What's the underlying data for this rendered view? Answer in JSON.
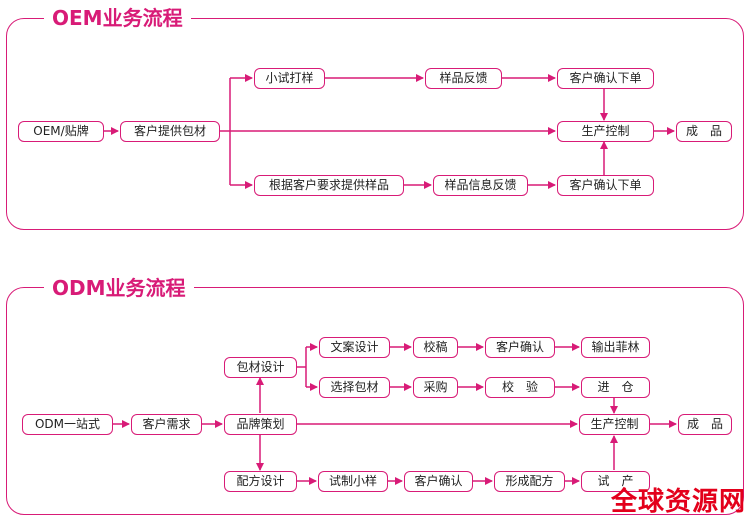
{
  "oem": {
    "title": "OEM业务流程",
    "nodes": {
      "oem_label": "OEM/贴牌",
      "provide_packaging": "客户提供包材",
      "small_trial": "小试打样",
      "sample_feedback": "样品反馈",
      "confirm_order_top": "客户确认下单",
      "production_control": "生产控制",
      "finished": "成　品",
      "sample_by_request": "根据客户要求提供样品",
      "sample_info_feedback": "样品信息反馈",
      "confirm_order_bottom": "客户确认下单"
    }
  },
  "odm": {
    "title": "ODM业务流程",
    "nodes": {
      "one_stop": "ODM一站式",
      "customer_need": "客户需求",
      "brand_plan": "品牌策划",
      "package_design": "包材设计",
      "copy_design": "文案设计",
      "proofread": "校稿",
      "customer_confirm_top": "客户确认",
      "output_film": "输出菲林",
      "select_package": "选择包材",
      "purchase": "采购",
      "inspect": "校　验",
      "warehouse": "进　仓",
      "production_control": "生产控制",
      "finished": "成　品",
      "formula_design": "配方设计",
      "trial_sample": "试制小样",
      "customer_confirm_bottom": "客户确认",
      "form_formula": "形成配方",
      "trial_production": "试　产"
    }
  },
  "watermark": "全球资源网",
  "colors": {
    "accent": "#d81b77",
    "watermark": "#e3001b"
  }
}
